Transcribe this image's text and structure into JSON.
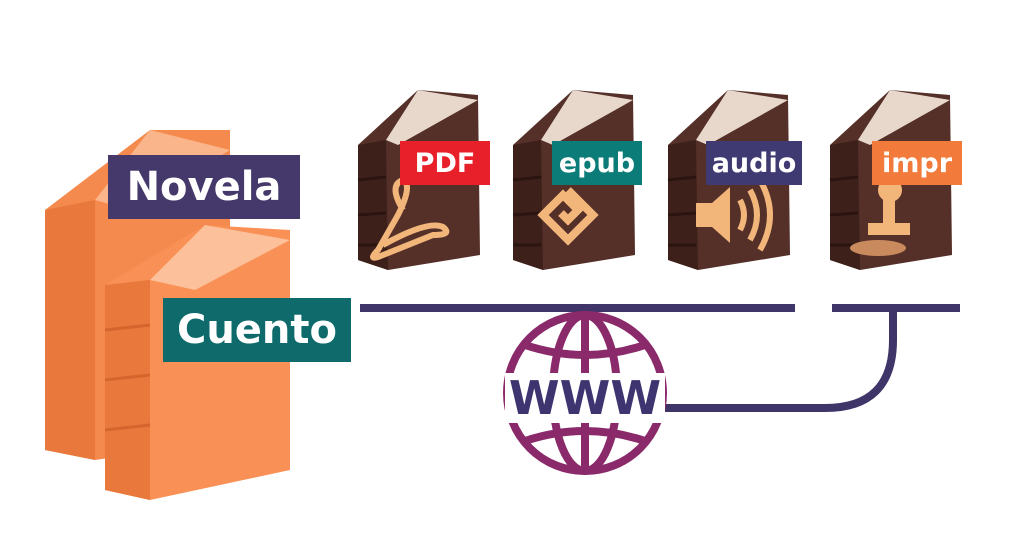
{
  "genres": [
    {
      "label": "Novela",
      "color": "#45386a"
    },
    {
      "label": "Cuento",
      "color": "#0f6b6b"
    }
  ],
  "formats": [
    {
      "label": "PDF",
      "color": "#e8202a",
      "icon": "pdf-icon"
    },
    {
      "label": "epub",
      "color": "#0c7c78",
      "icon": "epub-icon"
    },
    {
      "label": "audio",
      "color": "#3f3a72",
      "icon": "speaker-icon"
    },
    {
      "label": "impr",
      "color": "#f27a3a",
      "icon": "stamp-icon"
    }
  ],
  "web": {
    "label": "WWW",
    "globe_color": "#8a2a6a",
    "text_color": "#3d3470"
  },
  "colors": {
    "line": "#3f3568",
    "book_orange": "#f58a4e",
    "book_brown": "#553029",
    "icon_tan": "#f2b57a"
  }
}
